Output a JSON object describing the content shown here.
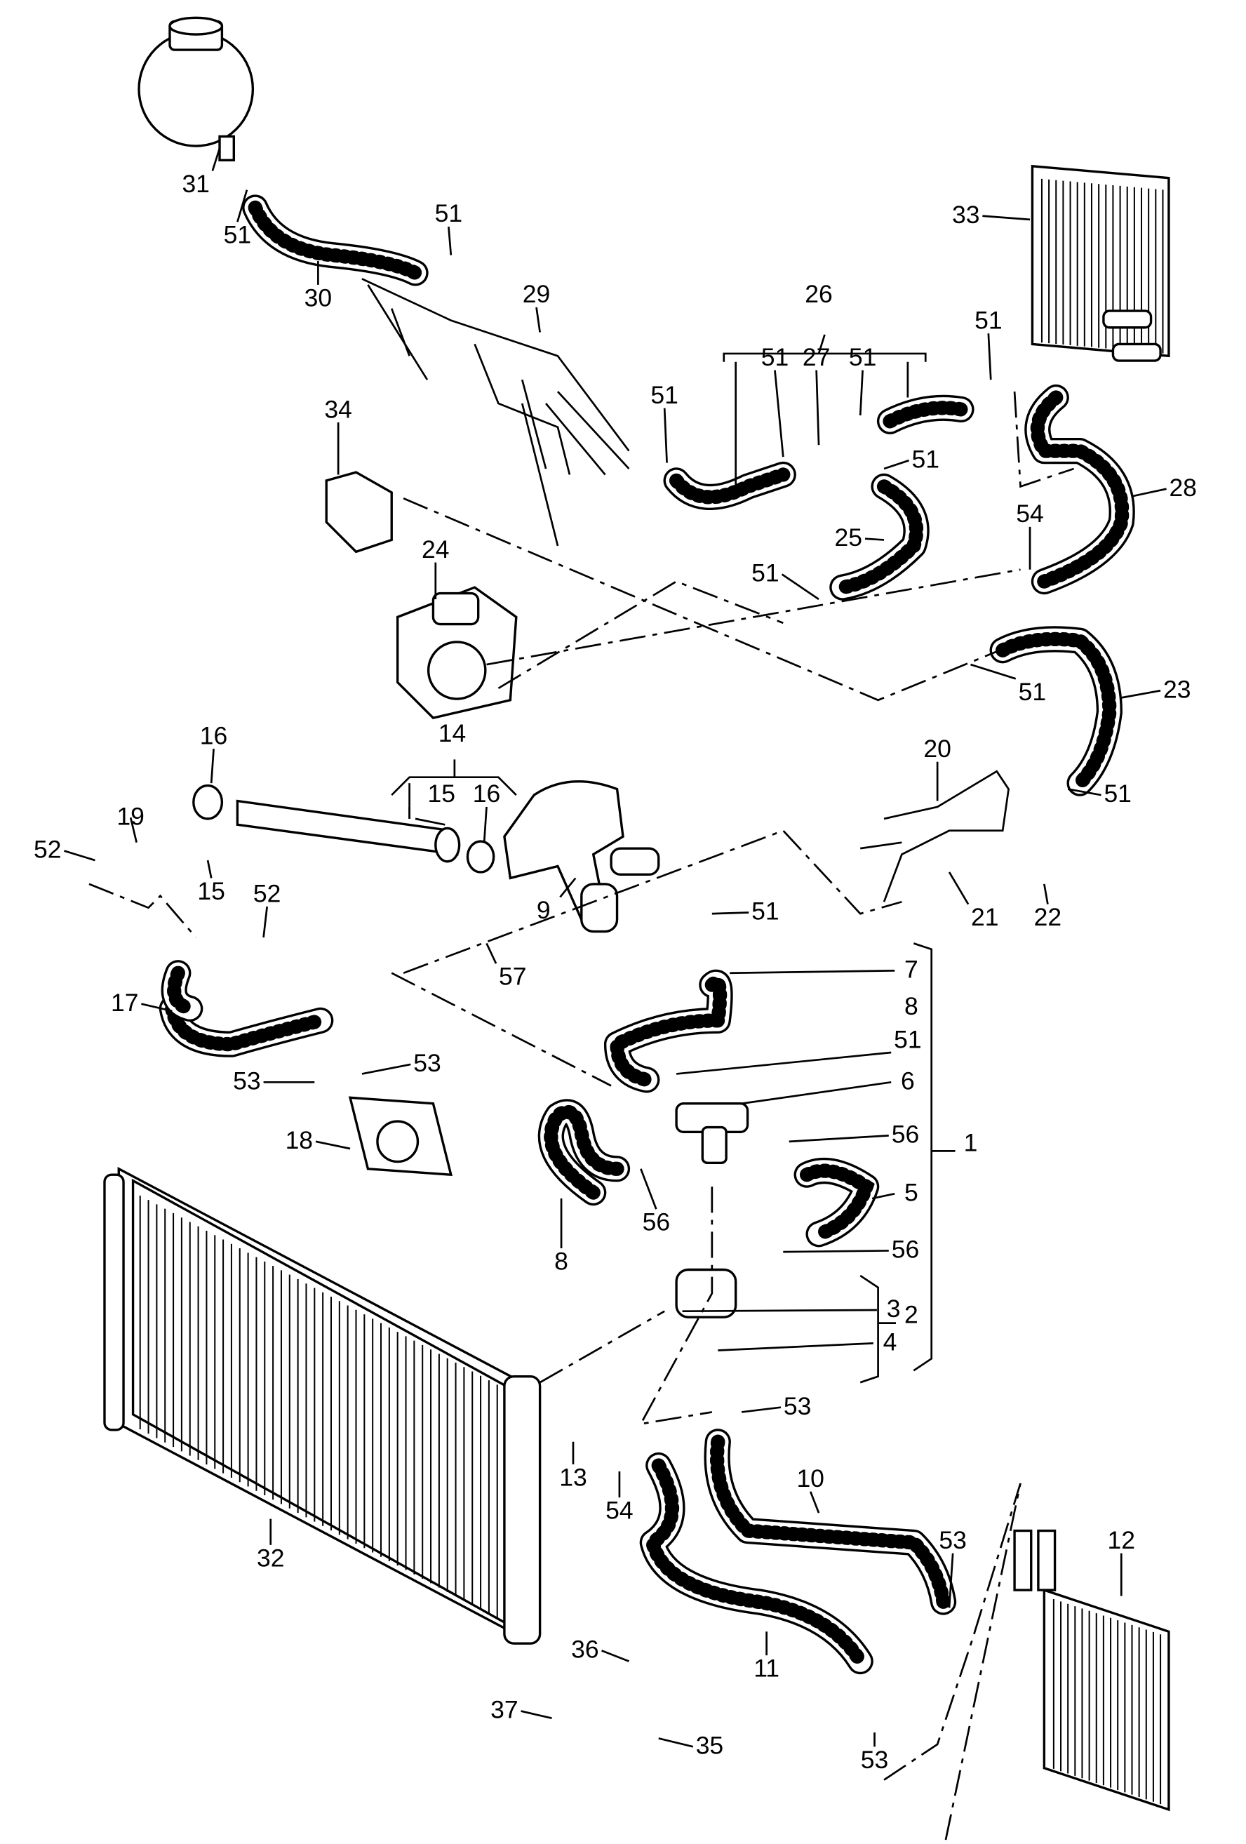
{
  "diagram": {
    "title": "Cooling system parts diagram",
    "labels": [
      "31",
      "51",
      "30",
      "51",
      "29",
      "34",
      "26",
      "51",
      "27",
      "51",
      "51",
      "33",
      "51",
      "51",
      "28",
      "25",
      "54",
      "24",
      "51",
      "51",
      "23",
      "14",
      "16",
      "15",
      "16",
      "20",
      "51",
      "19",
      "52",
      "15",
      "52",
      "9",
      "57",
      "51",
      "21",
      "22",
      "7",
      "8",
      "17",
      "51",
      "6",
      "53",
      "53",
      "56",
      "1",
      "18",
      "5",
      "56",
      "56",
      "8",
      "2",
      "3",
      "4",
      "53",
      "13",
      "54",
      "10",
      "32",
      "53",
      "12",
      "36",
      "11",
      "37",
      "35",
      "53"
    ]
  }
}
